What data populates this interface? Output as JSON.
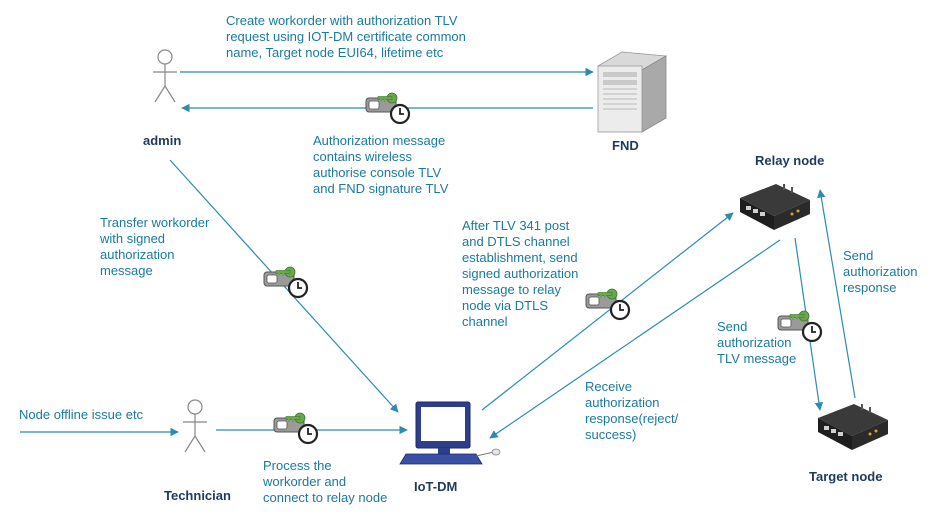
{
  "nodes": {
    "admin": "admin",
    "fnd": "FND",
    "relay": "Relay node",
    "target": "Target node",
    "iotdm": "IoT-DM",
    "technician": "Technician"
  },
  "labels": {
    "create_workorder": [
      "Create workorder with authorization TLV",
      "request using IOT-DM certificate common",
      "name, Target node EUI64, lifetime etc"
    ],
    "authorization_message": [
      "Authorization message",
      "contains wireless",
      "authorise console TLV",
      "and FND signature TLV"
    ],
    "transfer_workorder": [
      "Transfer workorder",
      "with signed",
      "authorization",
      "message"
    ],
    "after_tlv": [
      "After TLV 341 post",
      "and DTLS channel",
      "establishment, send",
      "signed authorization",
      "message to relay",
      "node via DTLS",
      "channel"
    ],
    "send_response": [
      "Send",
      "authorization",
      "response"
    ],
    "send_tlv": [
      "Send",
      "authorization",
      "TLV message"
    ],
    "receive_response": [
      "Receive",
      "authorization",
      "response(reject/",
      "success)"
    ],
    "node_offline": [
      "Node offline issue etc"
    ],
    "process_workorder": [
      "Process the",
      "workorder and",
      "connect to relay node"
    ]
  },
  "icons": {
    "key_clock": "key-clock-icon",
    "person": "person-icon",
    "server": "server-icon",
    "router": "router-icon",
    "computer": "computer-icon"
  },
  "colors": {
    "arrow": "#2b8cb0",
    "label_text": "#1a7a9e",
    "node_text": "#1f3a5a",
    "key_green": "#6aa84f"
  }
}
